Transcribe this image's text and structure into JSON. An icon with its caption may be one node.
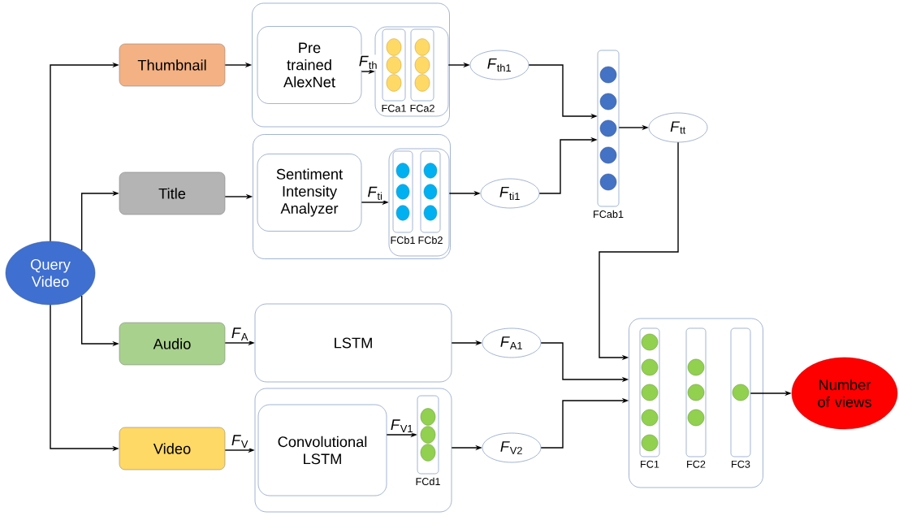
{
  "diagram": {
    "nodes": [
      {
        "text": [
          "Query Video"
        ]
      },
      {
        "text": [
          "Thumbnail"
        ]
      },
      {
        "text": [
          "Title"
        ]
      },
      {
        "text": [
          "Audio"
        ]
      },
      {
        "text": [
          "Video"
        ]
      },
      {
        "text": [],
        "shape": "box"
      },
      {
        "text": [
          "Pre trained AlexNet"
        ],
        "in": 5
      },
      {
        "text": [],
        "shape": "box",
        "in": 5
      },
      {
        "text": [
          "FCa1"
        ],
        "in": 7
      },
      {
        "text": [
          "FCa2"
        ],
        "in": 7
      },
      {
        "text": [
          "*F*$_{th1}$"
        ]
      },
      {
        "text": [],
        "shape": "box"
      },
      {
        "text": [
          "Sentiment Intensity Analyzer"
        ],
        "in": 11
      },
      {
        "text": [],
        "shape": "box",
        "in": 11
      },
      {
        "text": [
          "FCb1"
        ],
        "in": 13
      },
      {
        "text": [
          "FCb2"
        ],
        "in": 13
      },
      {
        "text": [
          "*F*$_{ti1}$"
        ]
      },
      {
        "text": [
          "FCab1"
        ]
      },
      {
        "text": [
          "*F*$_{tt}$"
        ]
      },
      {
        "text": [
          "LSTM"
        ]
      },
      {
        "text": [
          "*F*$_{A1}$"
        ]
      },
      {
        "text": [],
        "shape": "box"
      },
      {
        "text": [
          "Convolutional LSTM"
        ],
        "in": 21
      },
      {
        "text": [
          "FCd1"
        ],
        "in": 21
      },
      {
        "text": [
          "*F*$_{V2}$"
        ]
      },
      {
        "text": [],
        "shape": "box"
      },
      {
        "text": [
          "FC1"
        ],
        "in": 25
      },
      {
        "text": [
          "FC2"
        ],
        "in": 25
      },
      {
        "text": [
          "FC3"
        ],
        "in": 25
      },
      {
        "text": [
          "Number of views"
        ]
      }
    ],
    "edges": [
      {
        "from": 0,
        "to": 1,
        "arrow": "to"
      },
      {
        "from": 0,
        "to": 2,
        "arrow": "to"
      },
      {
        "from": 0,
        "to": 3,
        "arrow": "to"
      },
      {
        "from": 0,
        "to": 4,
        "arrow": "to"
      },
      {
        "from": 1,
        "to": 5,
        "arrow": "to"
      },
      {
        "from": 6,
        "to": 7,
        "arrow": "to",
        "label": "*F*$_{th}$"
      },
      {
        "from": 7,
        "to": 10,
        "arrow": "to"
      },
      {
        "from": 10,
        "to": 17,
        "arrow": "to"
      },
      {
        "from": 2,
        "to": 11,
        "arrow": "to"
      },
      {
        "from": 12,
        "to": 13,
        "arrow": "to",
        "label": "*F*$_{ti}$"
      },
      {
        "from": 13,
        "to": 16,
        "arrow": "to"
      },
      {
        "from": 16,
        "to": 17,
        "arrow": "to"
      },
      {
        "from": 17,
        "to": 18,
        "arrow": "to"
      },
      {
        "from": 18,
        "to": 25,
        "arrow": "to"
      },
      {
        "from": 3,
        "to": 19,
        "arrow": "to",
        "label": "*F*$_{A}$"
      },
      {
        "from": 19,
        "to": 20,
        "arrow": "to"
      },
      {
        "from": 20,
        "to": 25,
        "arrow": "to"
      },
      {
        "from": 4,
        "to": 21,
        "arrow": "to",
        "label": "*F*$_{V}$"
      },
      {
        "from": 22,
        "to": 23,
        "arrow": "to",
        "label": "*F*$_{V1}$"
      },
      {
        "from": 21,
        "to": 24,
        "arrow": "to"
      },
      {
        "from": 24,
        "to": 25,
        "arrow": "to"
      },
      {
        "from": 28,
        "to": 29,
        "arrow": "to"
      }
    ]
  }
}
